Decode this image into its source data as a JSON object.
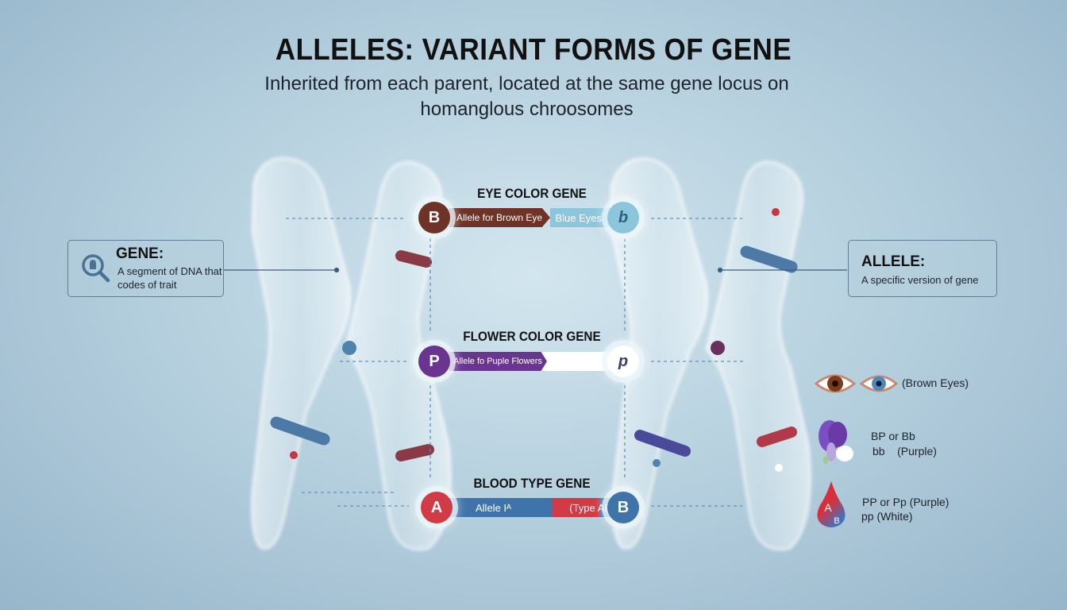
{
  "header": {
    "title": "ALLELES: VARIANT FORMS OF GENE",
    "subtitle_line1": "Inherited from each parent, located at the same gene locus on",
    "subtitle_line2": "homanglous chroosomes"
  },
  "gene_box": {
    "icon": "magnifier-icon",
    "title": "GENE:",
    "text_line1": "A segment of DNA that",
    "text_line2": "codes of trait"
  },
  "allele_box": {
    "title": "ALLELE:",
    "text": "A specific version of gene"
  },
  "genes": [
    {
      "label": "EYE COLOR GENE",
      "left_allele": "B",
      "left_text": "Allele for Brown Eye",
      "right_text": "Blue Eyes",
      "right_allele": "b",
      "left_color": "#6e3326",
      "right_color": "#8cc6dc"
    },
    {
      "label": "FLOWER COLOR GENE",
      "left_allele": "P",
      "left_text": "Allele fo Puple Flowers",
      "right_text": "",
      "right_allele": "p",
      "left_color": "#6a3591",
      "right_color": "#ffffff"
    },
    {
      "label": "BLOOD TYPE GENE",
      "left_allele": "A",
      "left_text": "Allele Iᴬ",
      "right_text": "(Type AB",
      "right_allele": "B",
      "left_color": "#d23a45",
      "right_color": "#3f74aa"
    }
  ],
  "legend": [
    {
      "icon": "eyes-icon",
      "line1": "(Brown Eyes)"
    },
    {
      "icon": "flower-icon",
      "line1": "BP or Bb",
      "line2": "bb    (Purple)"
    },
    {
      "icon": "blood-drop-icon",
      "icon_letters": [
        "A",
        "B"
      ],
      "line1": "PP or Pp (Purple)",
      "line2": "pp (White)"
    }
  ]
}
